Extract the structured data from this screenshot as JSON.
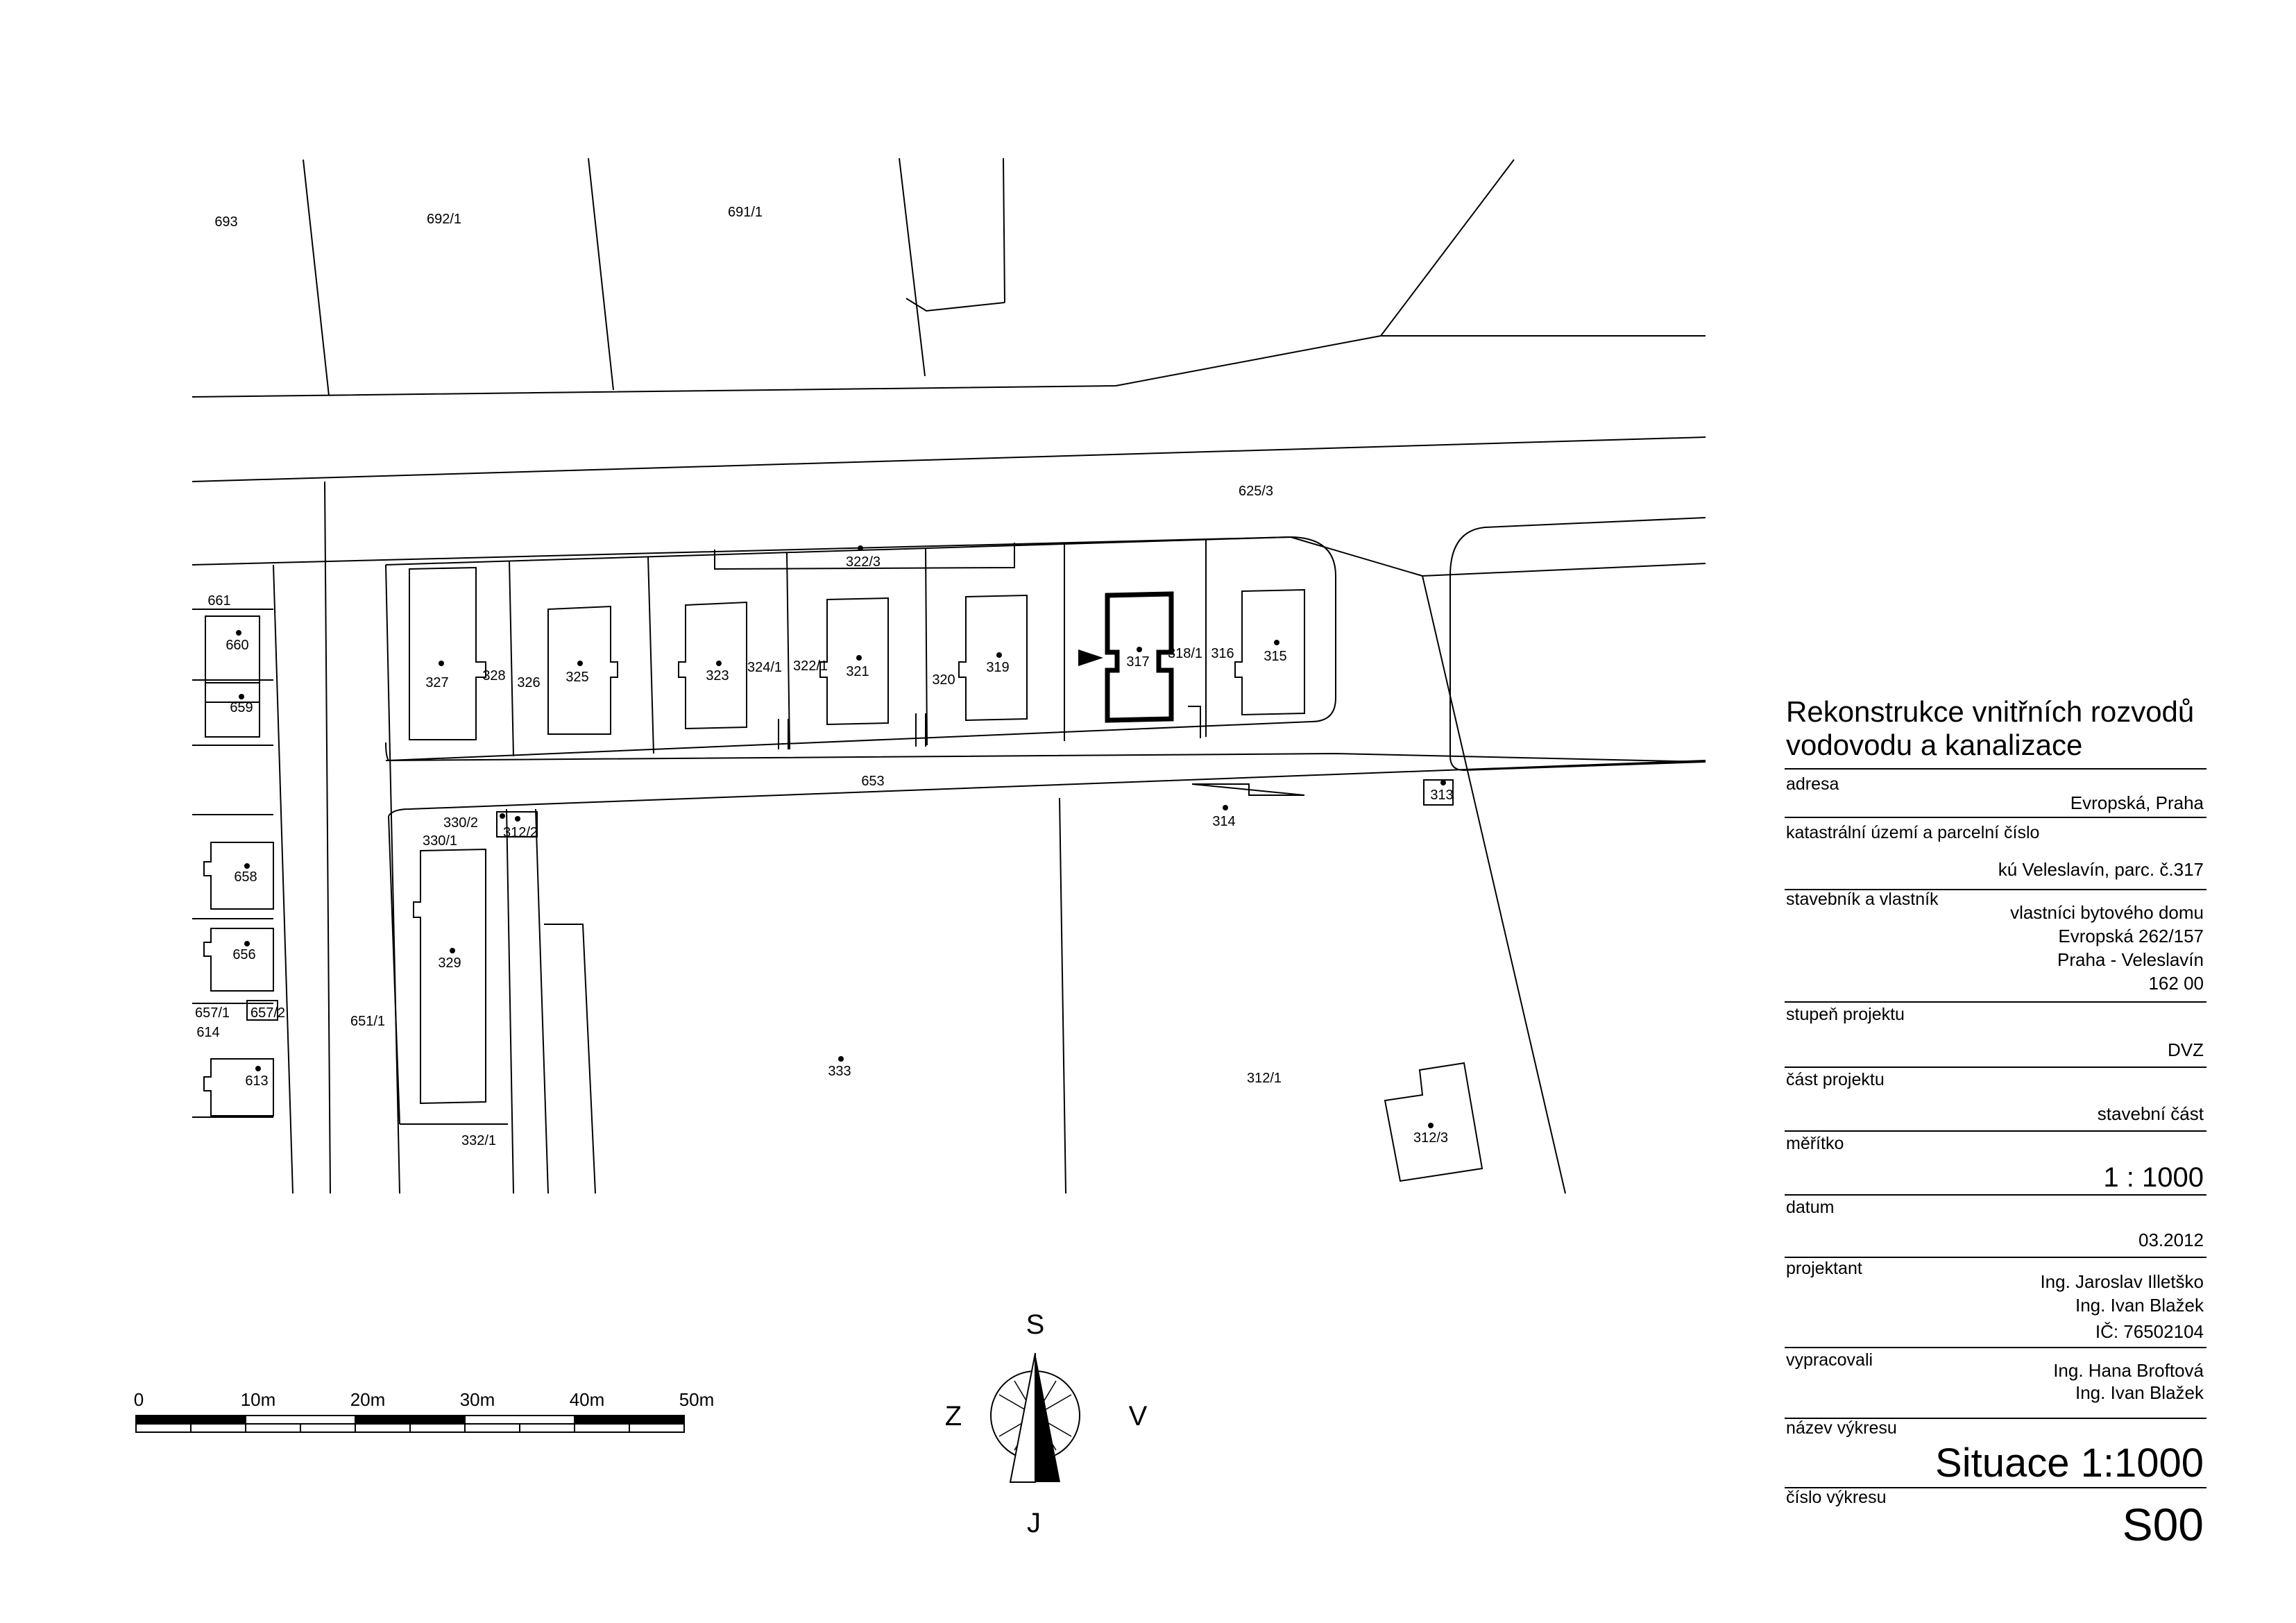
{
  "parcels": [
    {
      "id": "p693",
      "label": "693"
    },
    {
      "id": "p692_1",
      "label": "692/1"
    },
    {
      "id": "p691_1",
      "label": "691/1"
    },
    {
      "id": "p625_3",
      "label": "625/3"
    },
    {
      "id": "p661",
      "label": "661"
    },
    {
      "id": "p660",
      "label": "660"
    },
    {
      "id": "p659",
      "label": "659"
    },
    {
      "id": "p322_3",
      "label": "322/3"
    },
    {
      "id": "p327",
      "label": "327"
    },
    {
      "id": "p328",
      "label": "328"
    },
    {
      "id": "p326",
      "label": "326"
    },
    {
      "id": "p325",
      "label": "325"
    },
    {
      "id": "p323",
      "label": "323"
    },
    {
      "id": "p324_1",
      "label": "324/1"
    },
    {
      "id": "p322_1",
      "label": "322/1"
    },
    {
      "id": "p321",
      "label": "321"
    },
    {
      "id": "p320",
      "label": "320"
    },
    {
      "id": "p319",
      "label": "319"
    },
    {
      "id": "p317",
      "label": "317"
    },
    {
      "id": "p318_1",
      "label": "318/1"
    },
    {
      "id": "p316",
      "label": "316"
    },
    {
      "id": "p315",
      "label": "315"
    },
    {
      "id": "p653",
      "label": "653"
    },
    {
      "id": "p313",
      "label": "313"
    },
    {
      "id": "p314",
      "label": "314"
    },
    {
      "id": "p330_2",
      "label": "330/2"
    },
    {
      "id": "p312_2",
      "label": "312/2"
    },
    {
      "id": "p330_1",
      "label": "330/1"
    },
    {
      "id": "p658",
      "label": "658"
    },
    {
      "id": "p656",
      "label": "656"
    },
    {
      "id": "p329",
      "label": "329"
    },
    {
      "id": "p657_1",
      "label": "657/1"
    },
    {
      "id": "p657_2",
      "label": "657/2"
    },
    {
      "id": "p614",
      "label": "614"
    },
    {
      "id": "p651_1",
      "label": "651/1"
    },
    {
      "id": "p613",
      "label": "613"
    },
    {
      "id": "p333",
      "label": "333"
    },
    {
      "id": "p312_1",
      "label": "312/1"
    },
    {
      "id": "p312_3",
      "label": "312/3"
    },
    {
      "id": "p332_1",
      "label": "332/1"
    }
  ],
  "scale_bar": {
    "labels": [
      "0",
      "10m",
      "20m",
      "30m",
      "40m",
      "50m"
    ]
  },
  "compass": {
    "north": "S",
    "south": "J",
    "west": "Z",
    "east": "V"
  },
  "title_block": {
    "title_line1": "Rekonstrukce vnitřních rozvodů",
    "title_line2": "vodovodu a kanalizace",
    "address_label": "adresa",
    "address_value": "Evropská, Praha",
    "cadastre_label": "katastrální území a parcelní číslo",
    "cadastre_value": "kú Veleslavín, parc. č.317",
    "owner_label": "stavebník a vlastník",
    "owner_line1": "vlastníci bytového domu",
    "owner_line2": "Evropská 262/157",
    "owner_line3": "Praha  - Veleslavín",
    "owner_line4": "162 00",
    "stage_label": "stupeň projektu",
    "stage_value": "DVZ",
    "part_label": "část projektu",
    "part_value": "stavební část",
    "scale_label": "měřítko",
    "scale_value": "1 : 1000",
    "date_label": "datum",
    "date_value": "03.2012",
    "designer_label": "projektant",
    "designer_line1": "Ing. Jaroslav Illetško",
    "designer_line2": "Ing. Ivan Blažek",
    "designer_line3": "IČ: 76502104",
    "prepared_label": "vypracovali",
    "prepared_line1": "Ing. Hana Broftová",
    "prepared_line2": "Ing. Ivan Blažek",
    "drawing_name_label": "název výkresu",
    "drawing_name_value": "Situace 1:1000",
    "drawing_no_label": "číslo výkresu",
    "drawing_no_value": "S00"
  }
}
